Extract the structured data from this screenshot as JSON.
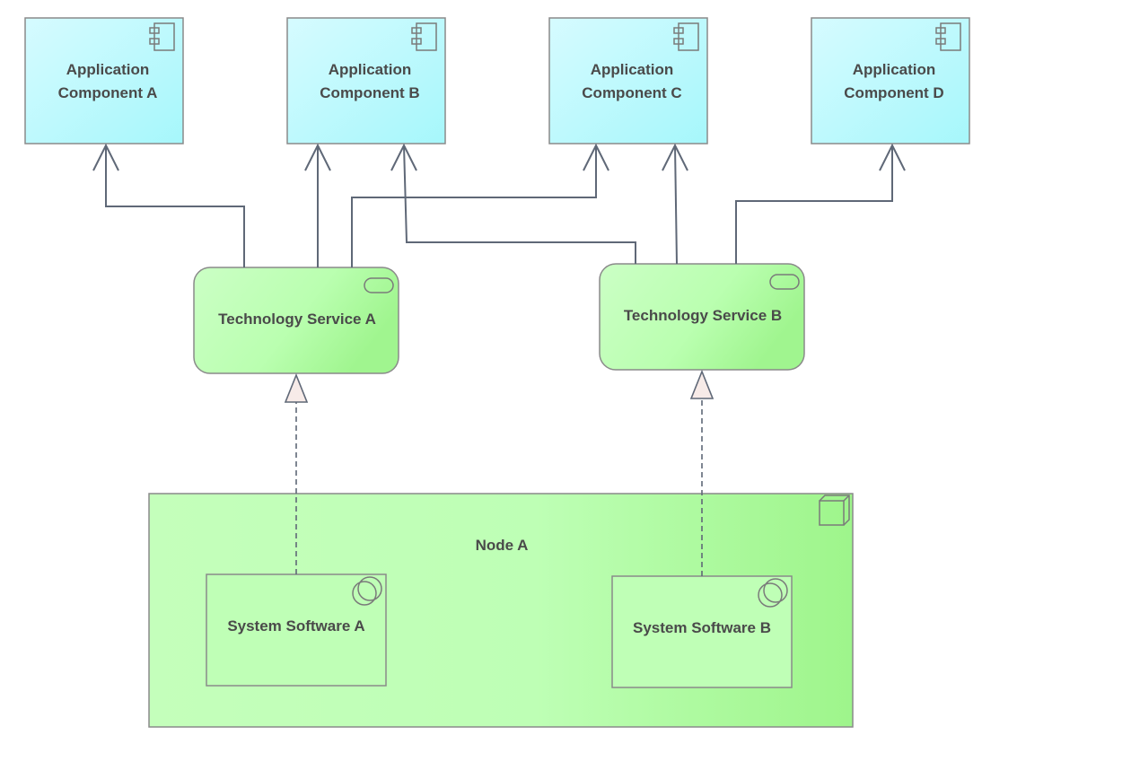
{
  "diagram": {
    "app_components": [
      {
        "line1": "Application",
        "line2": "Component A"
      },
      {
        "line1": "Application",
        "line2": "Component B"
      },
      {
        "line1": "Application",
        "line2": "Component C"
      },
      {
        "line1": "Application",
        "line2": "Component D"
      }
    ],
    "tech_services": [
      {
        "label": "Technology Service A"
      },
      {
        "label": "Technology Service B"
      }
    ],
    "node": {
      "label": "Node A"
    },
    "system_software": [
      {
        "label": "System Software A"
      },
      {
        "label": "System Software B"
      }
    ],
    "colors": {
      "app_component_fill_start": "#d6fbff",
      "app_component_fill_end": "#a6f7fb",
      "tech_fill_start": "#cbffc5",
      "tech_fill_end": "#a0f58f",
      "node_fill_start": "#c6ffbd",
      "node_fill_end": "#a2f78f",
      "connector": "#5f6877",
      "realization_head_fill": "#f7ebe8"
    },
    "connections": [
      {
        "from": "Technology Service A",
        "to": "Application Component A",
        "type": "serving"
      },
      {
        "from": "Technology Service A",
        "to": "Application Component B",
        "type": "serving"
      },
      {
        "from": "Technology Service A",
        "to": "Application Component C",
        "type": "serving"
      },
      {
        "from": "Technology Service B",
        "to": "Application Component B",
        "type": "serving"
      },
      {
        "from": "Technology Service B",
        "to": "Application Component C",
        "type": "serving"
      },
      {
        "from": "Technology Service B",
        "to": "Application Component D",
        "type": "serving"
      },
      {
        "from": "System Software A",
        "to": "Technology Service A",
        "type": "realization"
      },
      {
        "from": "System Software B",
        "to": "Technology Service B",
        "type": "realization"
      }
    ]
  }
}
